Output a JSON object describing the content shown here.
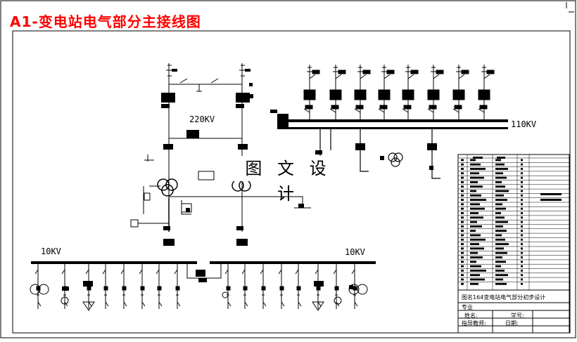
{
  "title": "A1-变电站电气部分主接线图",
  "labels": {
    "v220": "220KV",
    "v110": "110KV",
    "v10_left": "10KV",
    "v10_right": "10KV"
  },
  "watermark": "图 文 设 计",
  "title_block": {
    "drawing_name_label": "图名",
    "drawing_name_value": "164变电站电气部分初步设计",
    "major_label": "专业",
    "name_label": "姓名:",
    "student_id_label": "学号:",
    "teacher_label": "指导教师:",
    "date_label": "日期:"
  },
  "colors": {
    "title": "#ff0000",
    "line": "#000000",
    "background": "#ffffff"
  }
}
